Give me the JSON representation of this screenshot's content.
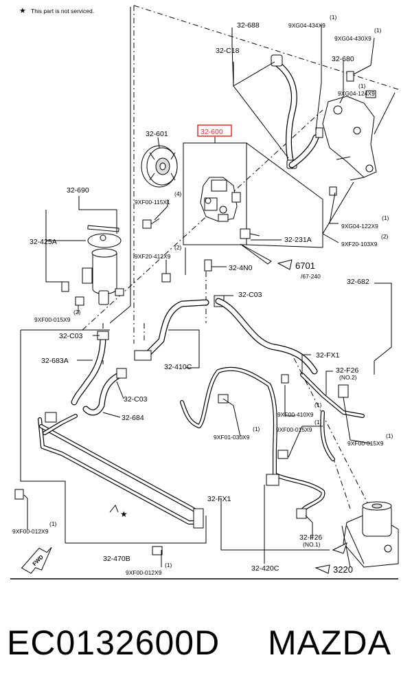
{
  "note": "This part is not serviced.",
  "labels": {
    "l_32_688": "32-688",
    "l_9xg04_434": "9XG04-434X9",
    "l_9xg04_434_q": "(1)",
    "l_9xg04_430": "9XG04-430X9",
    "l_9xg04_430_q": "(1)",
    "l_32_c18": "32-C18",
    "l_32_680": "32-680",
    "l_9xg04_124": "9XG04-124X9",
    "l_9xg04_124_q": "(1)",
    "l_32_600": "32-600",
    "l_32_601": "32-601",
    "l_32_690": "32-690",
    "l_9xf00_115": "9XF00-115X1",
    "l_9xf00_115_q": "(4)",
    "l_32_425a": "32-425A",
    "l_9xg04_122": "9XG04-122X9",
    "l_9xg04_122_q": "(1)",
    "l_32_231a": "32-231A",
    "l_9xf20_103": "9XF20-103X9",
    "l_9xf20_103_q": "(2)",
    "l_9xf20_412": "9XF20-412X9",
    "l_9xf20_412_q": "(2)",
    "l_32_4n0": "32-4N0",
    "l_6701": "6701",
    "l_67_240": "/67-240",
    "l_32_682": "32-682",
    "l_9xf00_015_a": "9XF00-015X9",
    "l_9xf00_015_a_q": "(2)",
    "l_32_c03_top": "32-C03",
    "l_32_c03_left": "32-C03",
    "l_32_fx1_r": "32-FX1",
    "l_32_683a": "32-683A",
    "l_32_410c": "32-410C",
    "l_32_f26_2": "32-F26",
    "l_no2": "(NO.2)",
    "l_32_c03_mid": "32-C03",
    "l_32_684": "32-684",
    "l_9xf00_410": "9XF00-410X9",
    "l_9xf00_410_q": "(1)",
    "l_9xf00_015_b": "9XF00-015X9",
    "l_9xf00_015_b_q": "(1)",
    "l_9xf01_030": "9XF01-030X9",
    "l_9xf01_030_q": "(1)",
    "l_9xf00_015_c": "9XF00-015X9",
    "l_9xf00_015_c_q": "(1)",
    "l_32_fx1_c": "32-FX1",
    "l_9xf00_012_a": "9XF00-012X9",
    "l_9xf00_012_a_q": "(1)",
    "l_32_f26_1": "32-F26",
    "l_no1": "(NO.1)",
    "l_32_470b": "32-470B",
    "l_9xf00_012_b": "9XF00-012X9",
    "l_9xf00_012_b_q": "(1)",
    "l_32_420c": "32-420C",
    "l_3220": "3220",
    "fwd": "FWD",
    "star": "★"
  },
  "footer": {
    "part_number": "EC0132600D",
    "brand": "MAZDA"
  },
  "colors": {
    "highlight": "#d9302a",
    "line": "#000000"
  }
}
